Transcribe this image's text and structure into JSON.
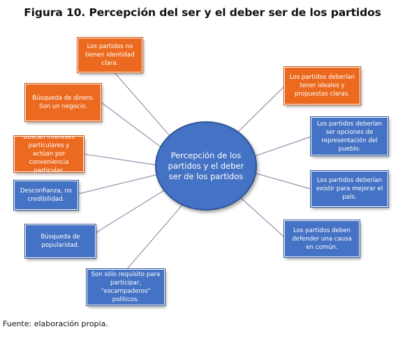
{
  "figure": {
    "title": "Figura 10. Percepción del ser y el deber ser de los partidos",
    "source": "Fuente: elaboración propia."
  },
  "center": {
    "text": "Percepción de los partidos y el deber ser de los partidos"
  },
  "left_nodes": [
    {
      "text": "Los partidos no tienen identidad clara.",
      "color": "#ec6a1f"
    },
    {
      "text": "Búsqueda de dinero. Son un negocio.",
      "color": "#ec6a1f"
    },
    {
      "text": "Buscan intereses particulares y actúan por conveniencia particular.",
      "color": "#ec6a1f"
    },
    {
      "text": "Desconfianza, no credibilidad.",
      "color": "#4472c4"
    },
    {
      "text": "Búsqueda de popularidad.",
      "color": "#4472c4"
    },
    {
      "text": "Son sólo requisito para participar, \"escampaderos\" políticos.",
      "color": "#4472c4"
    }
  ],
  "right_nodes": [
    {
      "text": "Los partidos deberían tener ideales y propuestas claras.",
      "color": "#ec6a1f"
    },
    {
      "text": "Los partidos deberían ser opciones de representación del pueblo.",
      "color": "#4472c4"
    },
    {
      "text": "Los partidos deberían existir para mejorar el país.",
      "color": "#4472c4"
    },
    {
      "text": "Los partidos deben defender una causa en común.",
      "color": "#4472c4"
    }
  ]
}
